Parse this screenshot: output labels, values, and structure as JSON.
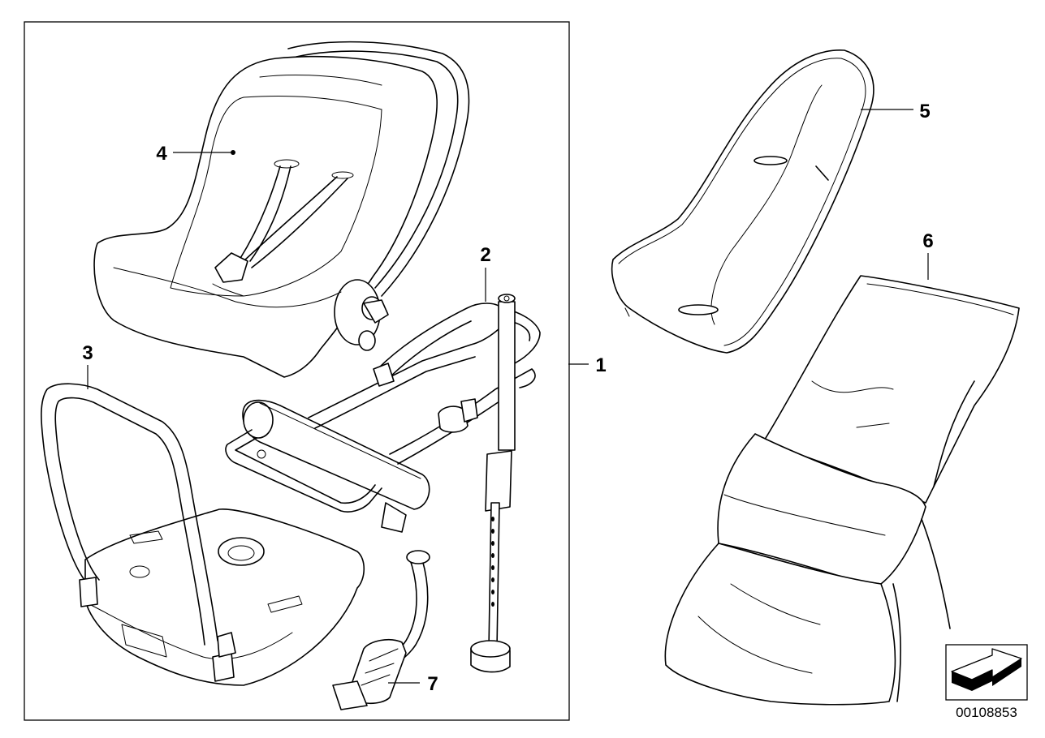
{
  "labels": {
    "l1": "1",
    "l2": "2",
    "l3": "3",
    "l4": "4",
    "l5": "5",
    "l6": "6",
    "l7": "7"
  },
  "catalog_code": "00108853",
  "icons": {
    "nav": "arrow-navigation-icon"
  }
}
